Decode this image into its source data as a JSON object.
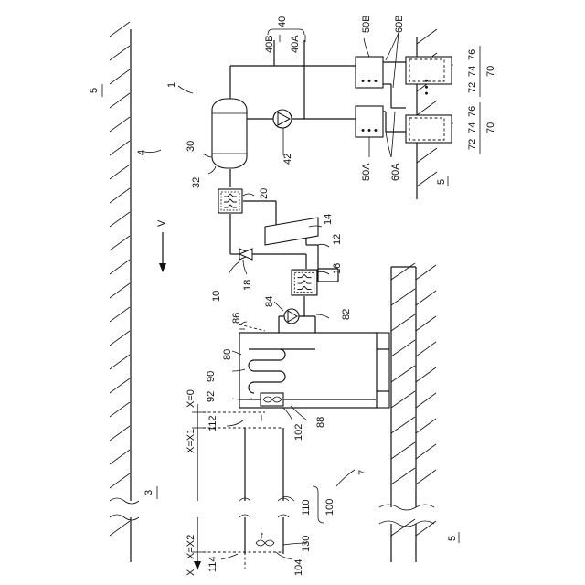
{
  "labels": {
    "ground_ref_top": "5",
    "ground_ref_right": "5",
    "ground_ref_bottom": "5",
    "system": "1",
    "surface_4": "4",
    "space_3": "3",
    "floor_7": "7",
    "velocity": "V",
    "circuit": "10",
    "header": "40",
    "pipe_40A": "40A",
    "pipe_40B": "40B",
    "unit_50A": "50A",
    "unit_50B": "50B",
    "line_60A": "60A",
    "line_60B": "60B",
    "tank": "30",
    "tank_outlet": "32",
    "pump_42": "42",
    "hx_20": "20",
    "compressor": "14",
    "line_12": "12",
    "hx_16": "16",
    "valve_18": "18",
    "pump_84": "84",
    "pipe_82": "82",
    "pipe_86": "86",
    "tank_80": "80",
    "coil_90": "90",
    "fan_92": "92",
    "line_88": "88",
    "line_102": "102",
    "line_112": "112",
    "duct_110": "110",
    "duct_100": "100",
    "fan_130": "130",
    "line_104": "104",
    "line_114": "114",
    "load_unit_a": [
      "72",
      "74",
      "76",
      "70"
    ],
    "load_unit_b": [
      "72",
      "74",
      "76",
      "70"
    ],
    "axis_x": "X",
    "x0": "X=0",
    "x1": "X=X1",
    "x2": "X=X2"
  }
}
